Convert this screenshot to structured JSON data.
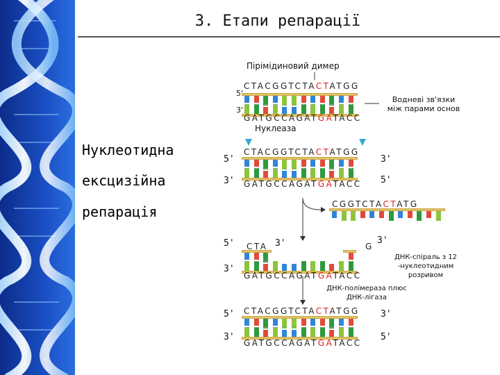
{
  "title": "3. Етапи репарації",
  "heading": {
    "line1": "Нуклеотидна",
    "line2": "ексцизійна",
    "line3": "репарація"
  },
  "labels": {
    "dimer": "Пірімідиновий димер",
    "hbonds": "Водневі зв'язки\nміж парами основ",
    "nuclease": "Нуклеаза",
    "gap": "ДНК-спіраль з 12\n-нуклеотидним\nрозривом",
    "polymerase": "ДНК-полімераза плюс\nДНК-лігаза"
  },
  "ends": {
    "five": "5'",
    "three": "3'"
  },
  "sequences": {
    "top_pre": "CTACGGTCTA",
    "top_red": "CT",
    "top_post": "ATGG",
    "bottom_pre": "GATGCCAGAT",
    "bottom_red": "GA",
    "bottom_post": "TACC",
    "excised_pre": "CGGTCTA",
    "excised_red": "CT",
    "excised_post": "ATG",
    "gap_left": "CTA",
    "gap_right": "G"
  },
  "colors": {
    "A": "#2e9a3e",
    "T": "#e04b3a",
    "G": "#8cc43c",
    "C": "#2f86d8",
    "backbone": "#e3c36a",
    "nuclease_marker": "#35a8d6",
    "highlight": "#e02020"
  }
}
